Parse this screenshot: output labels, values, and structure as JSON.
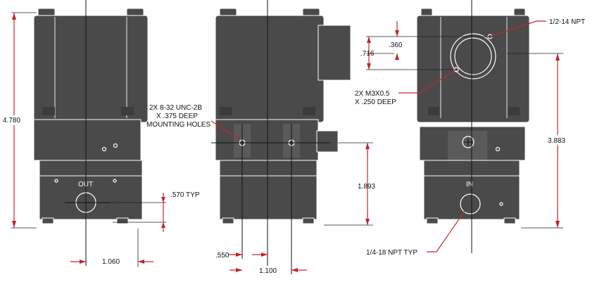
{
  "colors": {
    "body": "#4a4a4a",
    "leader": "#c0262e",
    "line": "#222222"
  },
  "dimensions": {
    "overall_height": "4.780",
    "center_height": "1.893",
    "right_height": "3.883",
    "port_spacing_left": "1.060",
    "port_offset": ".570 TYP",
    "hole_offset": ".550",
    "hole_spacing": "1.100",
    "npt_upper_a": ".360",
    "npt_upper_b": ".716"
  },
  "callouts": {
    "mounting_line1": "2X 8-32 UNC-2B",
    "mounting_line2": "X .375 DEEP",
    "mounting_line3": "MOUNTING HOLES",
    "npt_top": "1/2-14 NPT",
    "m3_line1": "2X M3X0.5",
    "m3_line2": "X .250 DEEP",
    "npt_bottom": "1/4-18 NPT TYP"
  },
  "port_labels": {
    "out": "OUT",
    "in": "IN"
  }
}
